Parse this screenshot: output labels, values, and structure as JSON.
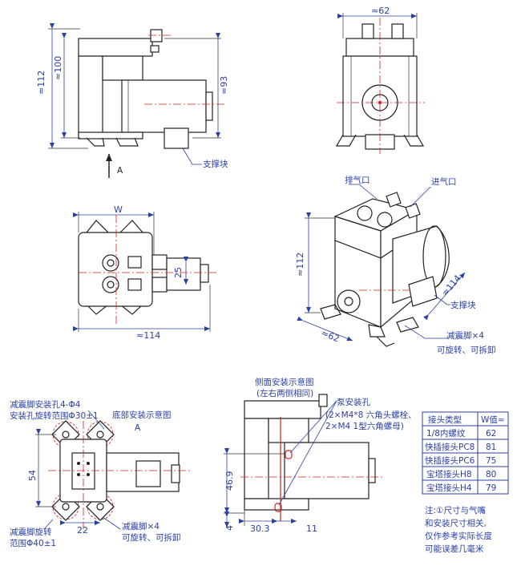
{
  "dims": {
    "side_height": "≈112",
    "side_height2": "≈100",
    "front_width": "≈62",
    "front_height": "≈93",
    "top_width": "W",
    "top_length": "≈114",
    "top_spacing": "25",
    "iso_height": "≈112",
    "iso_length": "≈114",
    "iso_width": "≈62",
    "bottom_54": "54",
    "bottom_22": "22",
    "side_46": "46.9",
    "side_4": "4",
    "side_30": "30.3",
    "side_11": "11"
  },
  "labels": {
    "arrow_a": "A",
    "support": "支撑块",
    "exhaust": "排气口",
    "intake": "进气口",
    "support_iso": "支撑块",
    "damper_x4": "减震脚×4",
    "rotatable": "可旋转、可拆卸",
    "side_install_title": "侧面安装示意图",
    "side_install_sub": "(左右两侧相同)",
    "damper_holes": "减震脚安装孔4-Φ4",
    "rotation_range": "安装孔旋转范围Φ30±1",
    "bottom_install": "底部安装示意图",
    "bottom_a": "A",
    "damper_rot_range": "减震脚旋转",
    "damper_rot_range2": "范围Φ40±1",
    "damper_x4_b": "减震脚×4",
    "rotatable_b": "可旋转、可拆卸",
    "pump_holes": "泵安装孔",
    "pump_holes_sub1": "(2×M4*8 六角头螺栓、",
    "pump_holes_sub2": "2×M4 1型六角螺母)"
  },
  "table": {
    "headers": [
      "接头类型",
      "W值≈"
    ],
    "rows": [
      [
        "1/8内螺纹",
        "62"
      ],
      [
        "快插接头PC8",
        "81"
      ],
      [
        "快插接头PC6",
        "75"
      ],
      [
        "宝塔接头H8",
        "80"
      ],
      [
        "宝塔接头H4",
        "79"
      ]
    ]
  },
  "note": {
    "line1": "注:①尺寸与气嘴",
    "line2": "和安装尺寸相关,",
    "line3": "仅作参考实际长度",
    "line4": "可能误差几毫米"
  },
  "colors": {
    "dimension": "#2a3fa8",
    "centerline": "#d02020",
    "outline": "#222222"
  }
}
